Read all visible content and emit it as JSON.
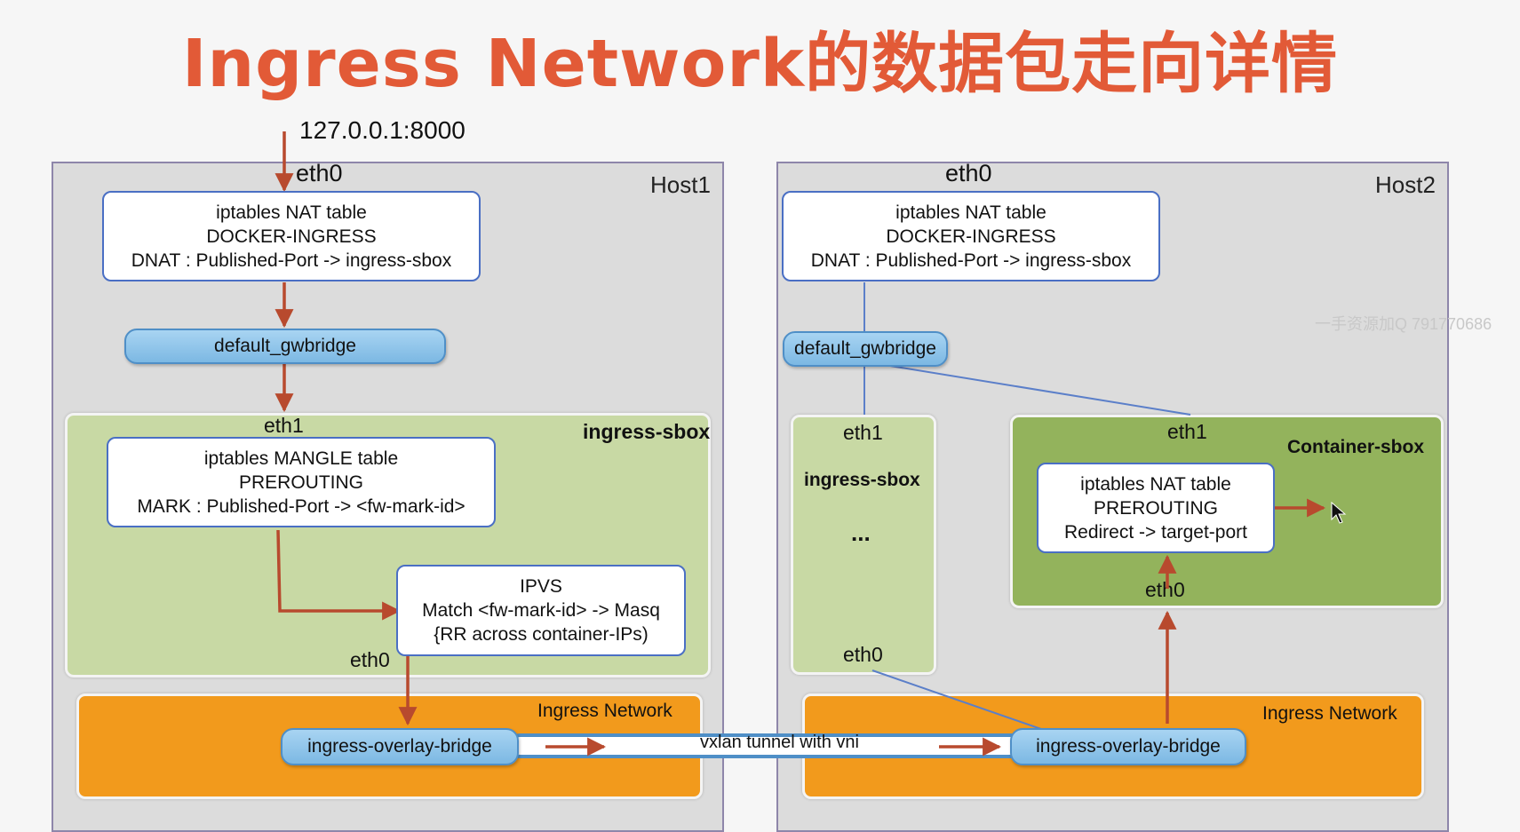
{
  "title": "Ingress Network的数据包走向详情",
  "address": "127.0.0.1:8000",
  "watermark": "一手资源加Q 791770686",
  "host1": {
    "label": "Host1",
    "eth0_top": "eth0",
    "nat_box": {
      "line1": "iptables NAT table",
      "line2": "DOCKER-INGRESS",
      "line3": "DNAT : Published-Port -> ingress-sbox"
    },
    "gwbridge": "default_gwbridge",
    "sbox": {
      "label": "ingress-sbox",
      "eth1": "eth1",
      "eth0": "eth0",
      "mangle_box": {
        "line1": "iptables MANGLE table",
        "line2": "PREROUTING",
        "line3": "MARK : Published-Port -> <fw-mark-id>"
      },
      "ipvs_box": {
        "line1": "IPVS",
        "line2": "Match <fw-mark-id> -> Masq",
        "line3": "{RR across container-IPs)"
      }
    },
    "ingress_network": {
      "label": "Ingress Network",
      "bridge": "ingress-overlay-bridge"
    }
  },
  "tunnel": "vxlan tunnel with vni",
  "host2": {
    "label": "Host2",
    "eth0_top": "eth0",
    "nat_box": {
      "line1": "iptables NAT table",
      "line2": "DOCKER-INGRESS",
      "line3": "DNAT : Published-Port -> ingress-sbox"
    },
    "gwbridge": "default_gwbridge",
    "sbox": {
      "label": "ingress-sbox",
      "eth1": "eth1",
      "ellipsis": "...",
      "eth0": "eth0"
    },
    "container": {
      "label": "Container-sbox",
      "eth1": "eth1",
      "eth0": "eth0",
      "nat_box": {
        "line1": "iptables NAT table",
        "line2": "PREROUTING",
        "line3": "Redirect -> target-port"
      }
    },
    "ingress_network": {
      "label": "Ingress Network",
      "bridge": "ingress-overlay-bridge"
    }
  },
  "colors": {
    "title": "#e25a37",
    "arrow": "#b84a2e",
    "host_bg": "#dcdcdc",
    "sbox_green": "#c8d9a4",
    "container_green": "#93b35c",
    "ingress_orange": "#f29a1c",
    "bridge_blue": "#7cb8e3",
    "box_border": "#4a6fc4"
  }
}
